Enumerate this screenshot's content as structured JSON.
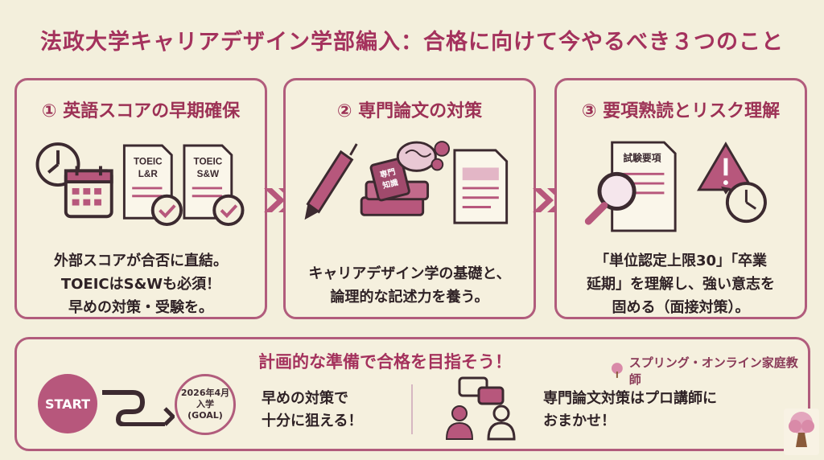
{
  "title": "法政大学キャリアデザイン学部編入：合格に向けて今やるべき３つのこと",
  "panels": [
    {
      "title": "① 英語スコアの早期確保",
      "doc1": [
        "TOEIC",
        "L&R"
      ],
      "doc2": [
        "TOEIC",
        "S&W"
      ],
      "lines": [
        "外部スコアが合否に直結。",
        "TOEICはS&Wも必須！",
        "早めの対策・受験を。"
      ]
    },
    {
      "title": "② 専門論文の対策",
      "book": [
        "専門",
        "知識"
      ],
      "lines": [
        "キャリアデザイン学の基礎と、",
        "論理的な記述力を養う。"
      ]
    },
    {
      "title": "③ 要項熟読とリスク理解",
      "doc": "試験要項",
      "lines": [
        "「単位認定上限30」「卒業",
        "延期」を理解し、強い意志を",
        "固める（面接対策）。"
      ]
    }
  ],
  "bottom": {
    "title": "計画的な準備で合格を目指そう！",
    "brand": "スプリング・オンライン家庭教師",
    "start": "START",
    "goal": [
      "2026年4月",
      "入学",
      "(GOAL)"
    ],
    "left_lines": [
      "早めの対策で",
      "十分に狙える！"
    ],
    "right_lines": [
      "専門論文対策はプロ講師に",
      "おまかせ！"
    ]
  },
  "colors": {
    "accent": "#a4325d",
    "border": "#b15c7c",
    "background": "#f3efdc",
    "icon": "#b7577c"
  },
  "icons": [
    "clock-icon",
    "calendar-icon",
    "checkmark-icon",
    "pen-icon",
    "books-icon",
    "brain-gears-icon",
    "document-icon",
    "magnifier-icon",
    "warning-icon",
    "history-clock-icon",
    "chat-people-icon",
    "tree-icon"
  ]
}
